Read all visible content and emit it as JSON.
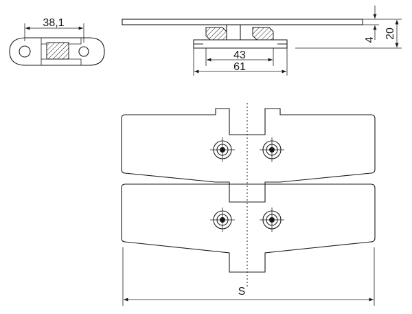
{
  "dimensions": {
    "side_width": "38,1",
    "inner_span": "43",
    "outer_span": "61",
    "plate_thickness": "4",
    "total_height": "20",
    "plate_width": "S"
  },
  "colors": {
    "line": "#1a1a1a",
    "background": "#ffffff"
  }
}
